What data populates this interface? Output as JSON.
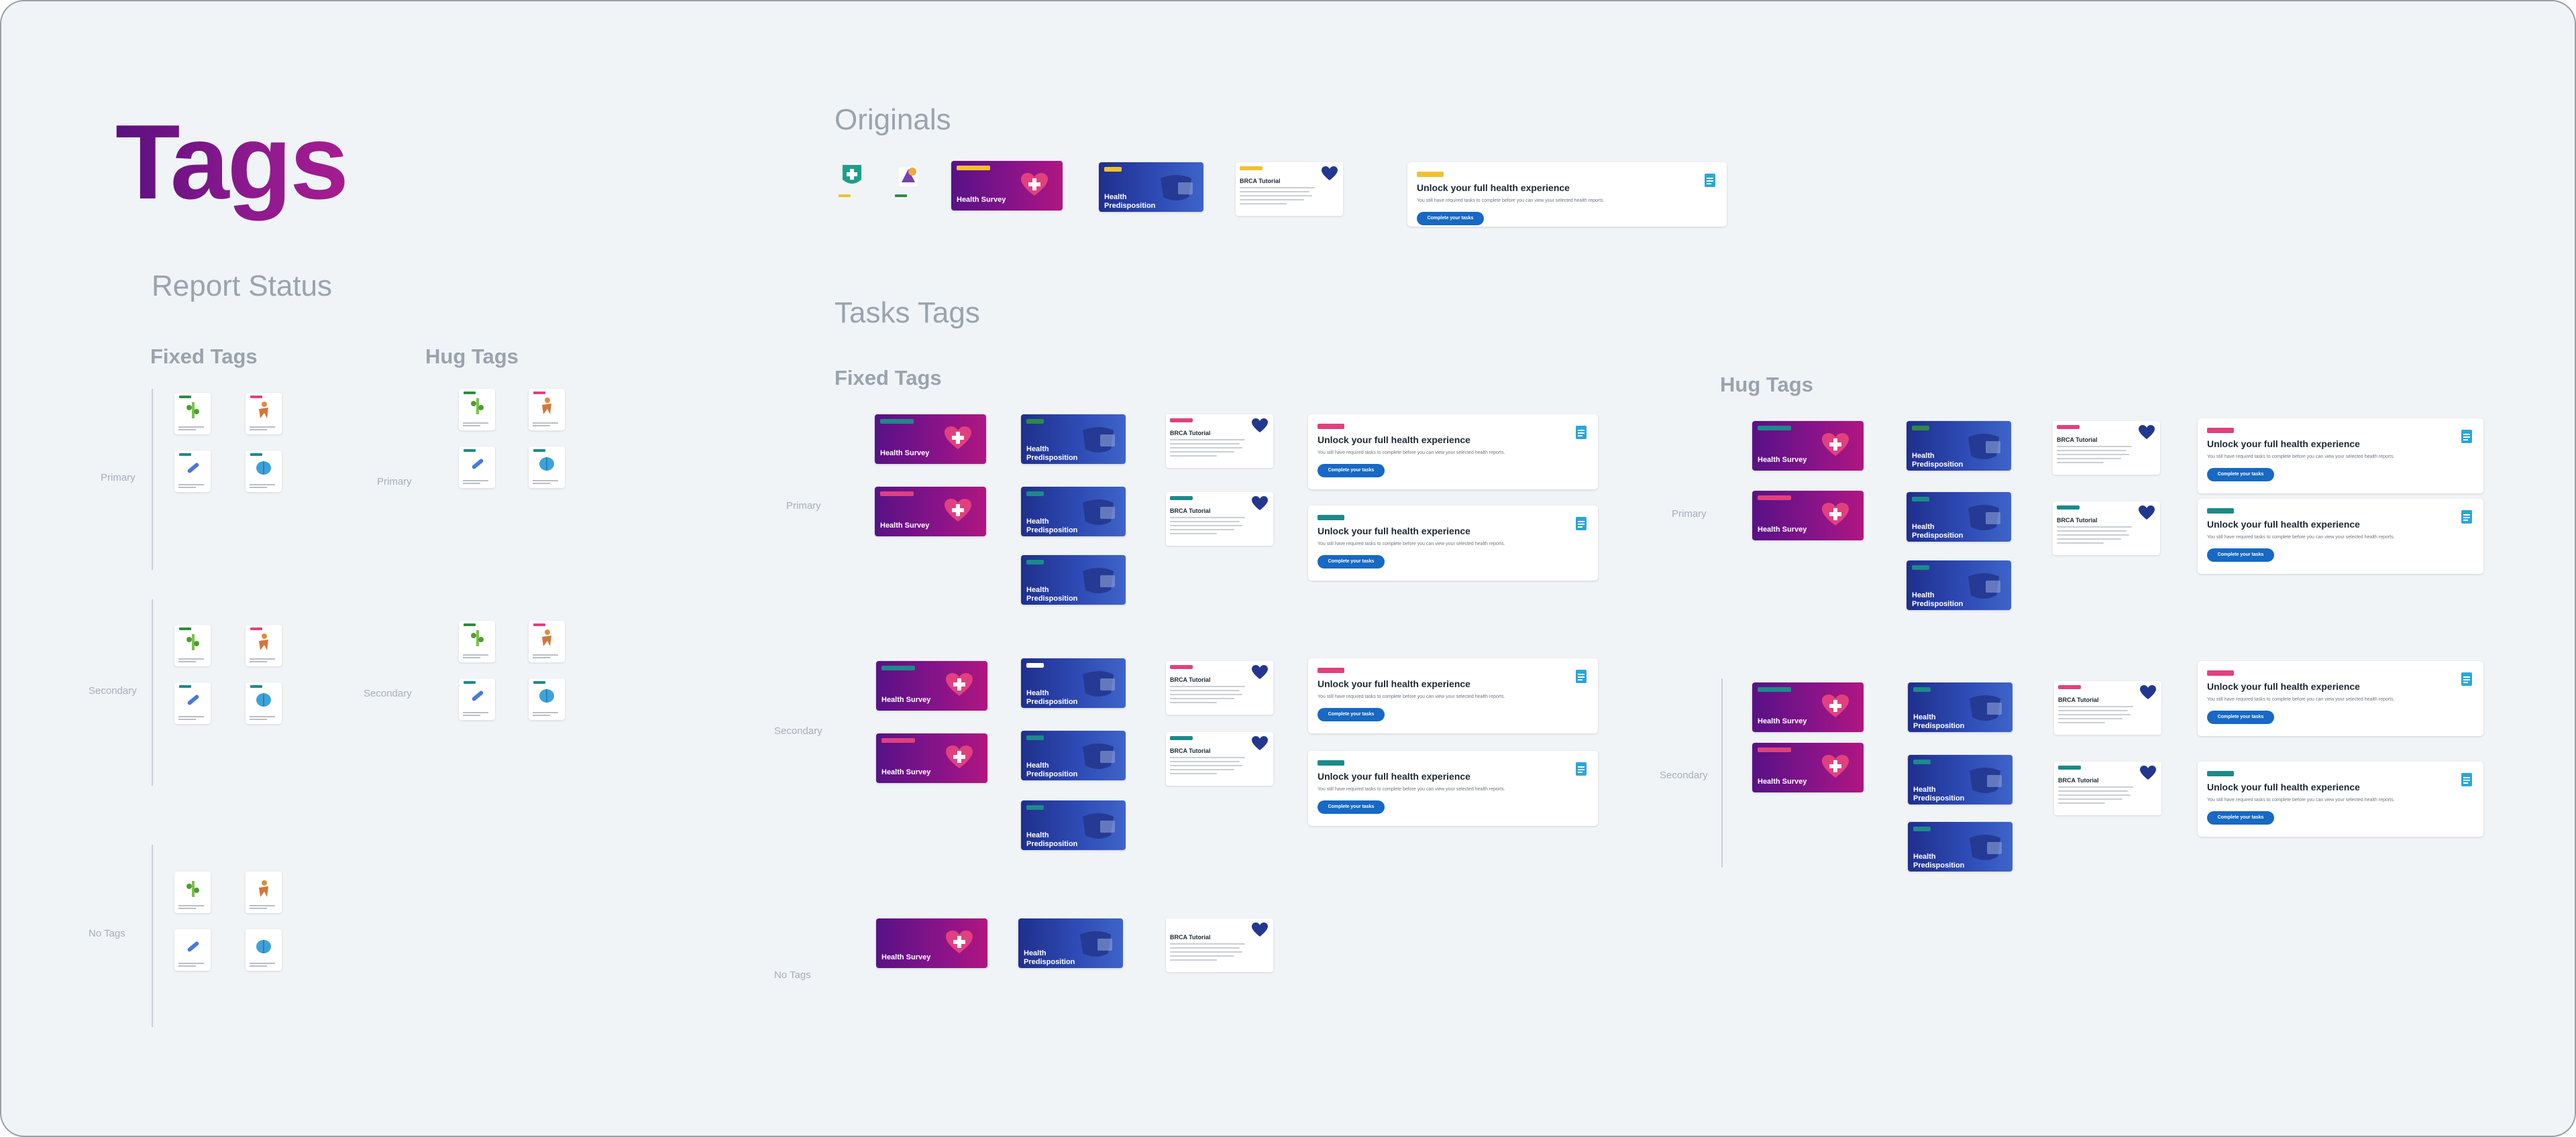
{
  "title": "Tags",
  "report_status": {
    "heading": "Report Status",
    "fixed_heading": "Fixed Tags",
    "hug_heading": "Hug Tags",
    "rows": [
      "Primary",
      "Secondary",
      "No Tags"
    ]
  },
  "originals": {
    "heading": "Originals"
  },
  "tasks_tags": {
    "heading": "Tasks Tags",
    "fixed_heading": "Fixed Tags",
    "hug_heading": "Hug Tags",
    "rows": [
      "Primary",
      "Secondary",
      "No Tags"
    ]
  },
  "cards": {
    "survey_title": "Health Survey",
    "pred_title": "Health Predisposition",
    "brca_title": "BRCA Tutorial",
    "unlock_title": "Unlock your full health experience",
    "unlock_desc": "You still have required tasks to complete before you can view your selected health reports.",
    "unlock_button": "Complete your tasks"
  },
  "colors": {
    "survey_purple": "#7a1a8c",
    "pred_blue": "#2c47b0",
    "tag_green": "#2e8b3e",
    "tag_pink": "#e0417e",
    "tag_teal": "#1c8a8a",
    "tag_yellow": "#f2c12e",
    "button_blue": "#1669c4",
    "title_purple": "#7d1a8e"
  }
}
